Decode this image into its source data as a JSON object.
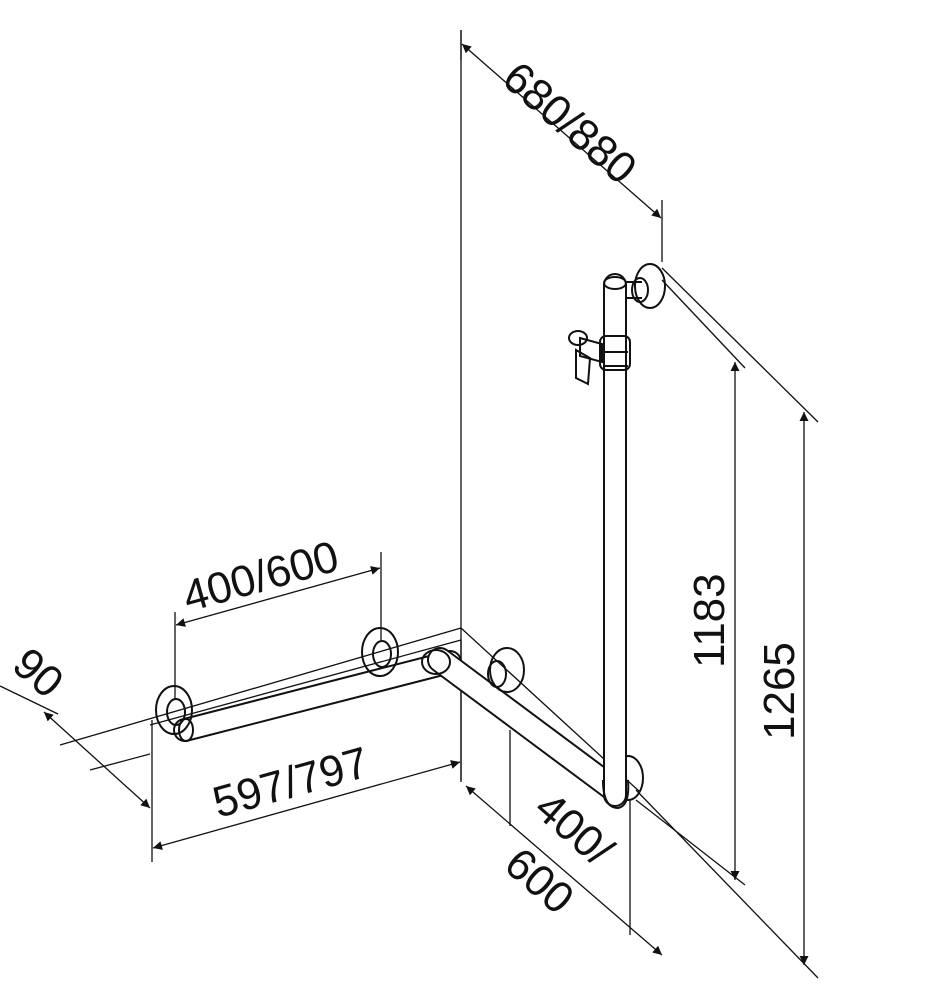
{
  "dimensions": {
    "wall_depth": "680/880",
    "shower_rail_height": "1183",
    "overall_height": "1265",
    "horizontal_bar_length": "400/600",
    "wall_clearance": "90",
    "horizontal_total_width": "597/797",
    "side_leg_line1": "400/",
    "side_leg_line2": "600"
  },
  "colors": {
    "line": "#111111",
    "background": "#ffffff"
  }
}
